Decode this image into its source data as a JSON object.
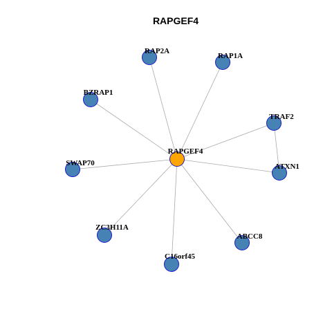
{
  "title": "RAPGEF4",
  "colors": {
    "center_node": "#FFA500",
    "node": "#4682B4",
    "node_border": "#1A1ACC",
    "edge": "#AAAAAA"
  },
  "nodes": [
    {
      "id": "RAPGEF4",
      "label": "RAPGEF4",
      "role": "center"
    },
    {
      "id": "RAP2A",
      "label": "RAP2A",
      "role": "neighbor"
    },
    {
      "id": "RAP1A",
      "label": "RAP1A",
      "role": "neighbor"
    },
    {
      "id": "BZRAP1",
      "label": "BZRAP1",
      "role": "neighbor"
    },
    {
      "id": "TRAF2",
      "label": "TRAF2",
      "role": "neighbor"
    },
    {
      "id": "SWAP70",
      "label": "SWAP70",
      "role": "neighbor"
    },
    {
      "id": "ATXN1",
      "label": "ATXN1",
      "role": "neighbor"
    },
    {
      "id": "ZC3H11A",
      "label": "ZC3H11A",
      "role": "neighbor"
    },
    {
      "id": "ABCC8",
      "label": "ABCC8",
      "role": "neighbor"
    },
    {
      "id": "C16orf45",
      "label": "C16orf45",
      "role": "neighbor"
    }
  ],
  "edges": [
    {
      "source": "RAPGEF4",
      "target": "RAP2A"
    },
    {
      "source": "RAPGEF4",
      "target": "RAP1A"
    },
    {
      "source": "RAPGEF4",
      "target": "BZRAP1"
    },
    {
      "source": "RAPGEF4",
      "target": "TRAF2"
    },
    {
      "source": "RAPGEF4",
      "target": "SWAP70"
    },
    {
      "source": "RAPGEF4",
      "target": "ATXN1"
    },
    {
      "source": "RAPGEF4",
      "target": "ZC3H11A"
    },
    {
      "source": "RAPGEF4",
      "target": "ABCC8"
    },
    {
      "source": "RAPGEF4",
      "target": "C16orf45"
    },
    {
      "source": "TRAF2",
      "target": "ATXN1"
    }
  ]
}
